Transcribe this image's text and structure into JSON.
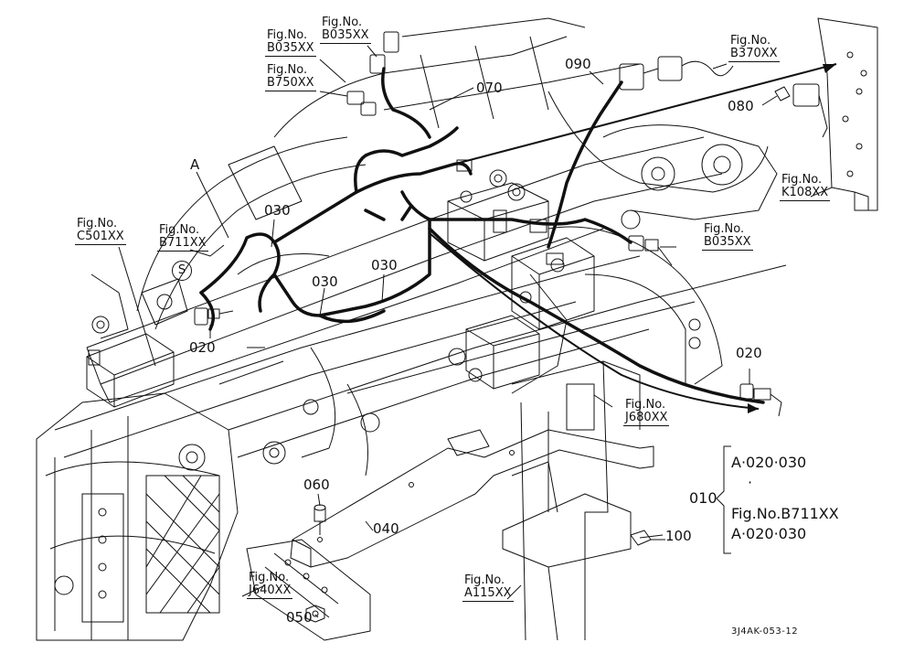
{
  "fig_refs": {
    "b035_top": "Fig.No.\nB035XX",
    "b035_left": "Fig.No.\nB035XX",
    "b750": "Fig.No.\nB750XX",
    "b370": "Fig.No.\nB370XX",
    "k108": "Fig.No.\nK108XX",
    "b035_right": "Fig.No.\nB035XX",
    "c501": "Fig.No.\nC501XX",
    "b711": "Fig.No.\nB711XX",
    "j680": "Fig.No.\nJ680XX",
    "j640": "Fig.No.\nJ640XX",
    "a115": "Fig.No.\nA115XX"
  },
  "part_numbers": {
    "p070": "070",
    "p090": "090",
    "p080": "080",
    "p030_a": "030",
    "p030_b": "030",
    "p030_c": "030",
    "p020_left": "020",
    "p020_right": "020",
    "p060": "060",
    "p040": "040",
    "p050": "050",
    "p100": "100"
  },
  "callout_letters": {
    "a": "A",
    "s": "S"
  },
  "bom_group": {
    "item": "010",
    "line1": "A·020·030",
    "dot": "·",
    "line2": "Fig.No.B711XX",
    "line3": "A·020·030"
  },
  "drawing_code": "3J4AK-053-12"
}
